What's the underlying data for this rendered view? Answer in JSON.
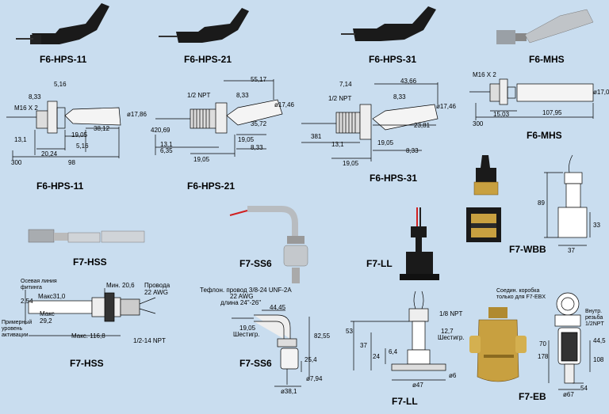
{
  "products": {
    "f6hps11": {
      "caption": "F6-HPS-11",
      "dims": [
        "5,16",
        "8,33",
        "M16 X 2",
        "ø17,86",
        "13,1",
        "20,24",
        "19,05",
        "38,12",
        "5,16",
        "300",
        "98"
      ]
    },
    "f6hps21": {
      "caption": "F6-HPS-21",
      "dims": [
        "55,17",
        "1/2 NPT",
        "8,33",
        "ø17,46",
        "420,69",
        "35,72",
        "13,1",
        "6,35",
        "19,05",
        "8,33",
        "19,05"
      ]
    },
    "f6hps31": {
      "caption": "F6-HPS-31",
      "dims": [
        "7,14",
        "43,66",
        "1/2 NPT",
        "8,33",
        "ø17,46",
        "381",
        "23,81",
        "13,1",
        "19,05",
        "8,33",
        "19,05"
      ]
    },
    "f6mhs": {
      "caption": "F6-MHS",
      "dims": [
        "M16 X 2",
        "ø17,07",
        "300",
        "15,03",
        "107,95"
      ]
    },
    "f7wbb": {
      "caption": "F7-WBB",
      "dims": [
        "89",
        "33",
        "37"
      ]
    },
    "f7hss": {
      "caption": "F7-HSS",
      "dims": [
        "Осевая линия фитинга",
        "Мин. 20,6",
        "Провода 22 AWG",
        "2,54",
        "Макс31,0",
        "Макс 29,2",
        "Примерный уровень активации",
        "Макс. 116,8",
        "1/2-14 NPT"
      ]
    },
    "f7ss6": {
      "caption": "F7-SS6",
      "dims": [
        "Тефлон. провод 3/8-24 UNF-2A",
        "22 AWG",
        "длина 24\"-26\"",
        "44,45",
        "19,05",
        "Шестигр.",
        "82,55",
        "25,4",
        "ø7,94",
        "ø38,1"
      ]
    },
    "f7ll": {
      "caption": "F7-LL",
      "dims": [
        "1/8 NPT",
        "12,7",
        "Шестигр.",
        "53",
        "37",
        "6,4",
        "24",
        "ø6",
        "ø47"
      ]
    },
    "f7eb": {
      "caption": "F7-EB",
      "dims": [
        "Соедин. коробка только для F7-EBX",
        "Внутр. резьба 1/2NPT",
        "70",
        "44,5",
        "178",
        "108",
        "ø67",
        "54"
      ]
    }
  },
  "photo_captions": {
    "f6hps11": "F6-HPS-11",
    "f6hps21": "F6-HPS-21",
    "f6hps31": "F6-HPS-31",
    "f6mhs": "F6-MHS",
    "f7hss": "F7-HSS",
    "f7ss6": "F7-SS6",
    "f7ll": "F7-LL"
  },
  "colors": {
    "background": "#c9ddef",
    "line": "#000000",
    "steel": "#b8bcc0",
    "black_body": "#1a1a1a",
    "brass": "#c8a040",
    "wire_red": "#d02020"
  }
}
